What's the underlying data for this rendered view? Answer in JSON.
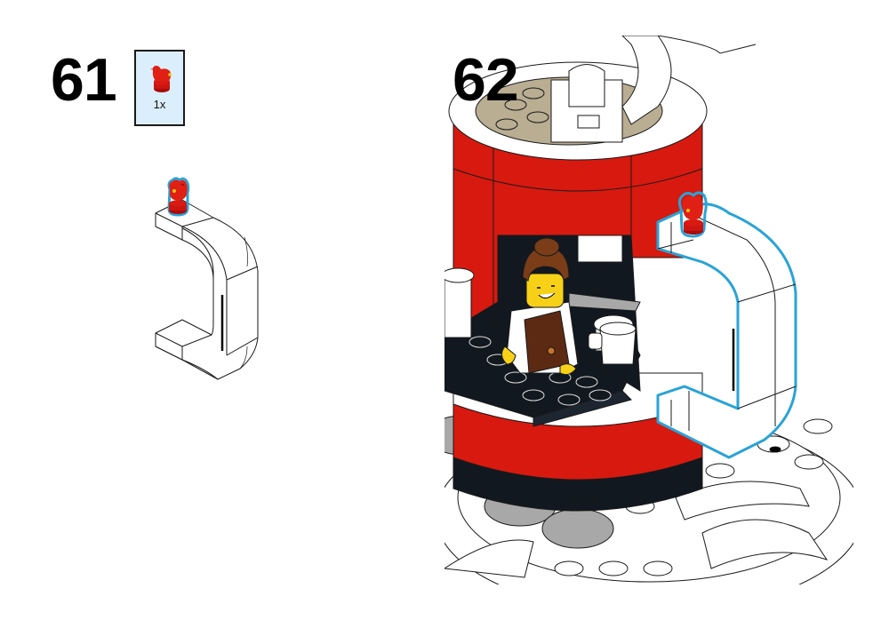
{
  "page": {
    "background": "#ffffff"
  },
  "steps": [
    {
      "number": "61",
      "parts_callout": {
        "background": "#dbeefb",
        "border": "#1a1a1a",
        "parts": [
          {
            "name": "red-bird-figure-piece",
            "color": "#d01012",
            "quantity": "1x"
          }
        ]
      },
      "illustration": {
        "subject": "white curved handle assembly with red bird piece attached on top",
        "highlight_color": "#29a3d6"
      }
    },
    {
      "number": "62",
      "illustration": {
        "subject": "red and white cylindrical coffee stand with barista minifigure; handle assembly attached to right side",
        "highlight_color": "#29a3d6",
        "colors": {
          "red": "#d7190f",
          "white": "#ffffff",
          "black": "#111820",
          "tan": "#b9ad92",
          "gray": "#a8a8a8",
          "minifig_skin": "#f7d117",
          "minifig_hair": "#7a3d18",
          "apron": "#5c2a12"
        }
      }
    }
  ]
}
